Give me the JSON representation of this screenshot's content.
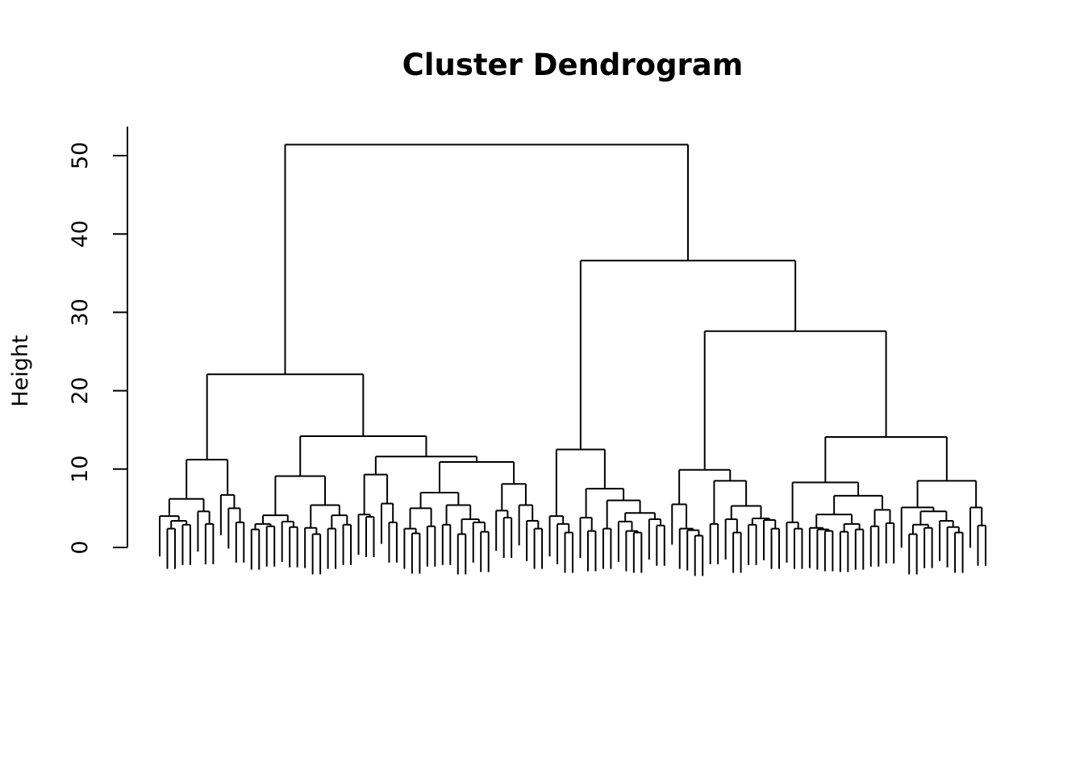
{
  "chart_data": {
    "type": "dendrogram",
    "title": "Cluster Dendrogram",
    "xlabel": "",
    "ylabel": "Height",
    "ylim": [
      0,
      50
    ],
    "yticks": [
      "0",
      "10",
      "20",
      "30",
      "40",
      "50"
    ],
    "hang": 5.14,
    "grid": false,
    "colors": {
      "line": "#000000",
      "background": "#ffffff"
    },
    "tree": [
      51.4,
      [
        22.1,
        [
          11.2,
          [
            6.2,
            [
              4.0,
              0,
              [
                3.4,
                [
                  2.4,
                  0,
                  0
                ],
                [
                  2.9,
                  0,
                  0
                ]
              ]
            ],
            [
              4.6,
              0,
              [
                3.0,
                0,
                0
              ]
            ]
          ],
          [
            6.7,
            0,
            [
              5.0,
              0,
              [
                3.2,
                0,
                0
              ]
            ]
          ]
        ],
        [
          14.2,
          [
            9.1,
            [
              4.1,
              [
                3.0,
                [
                  2.3,
                  0,
                  0
                ],
                [
                  2.7,
                  0,
                  0
                ]
              ],
              [
                3.3,
                0,
                [
                  2.6,
                  0,
                  0
                ]
              ]
            ],
            [
              5.4,
              [
                2.5,
                0,
                [
                  1.7,
                  0,
                  0
                ]
              ],
              [
                4.1,
                [
                  2.4,
                  0,
                  0
                ],
                [
                  2.9,
                  0,
                  0
                ]
              ]
            ]
          ],
          [
            11.6,
            [
              9.3,
              [
                4.2,
                0,
                [
                  3.9,
                  0,
                  0
                ]
              ],
              [
                5.6,
                0,
                [
                  3.2,
                  0,
                  0
                ]
              ]
            ],
            [
              10.9,
              [
                7.0,
                [
                  5.0,
                  [
                    2.4,
                    0,
                    [
                      1.8,
                      0,
                      0
                    ]
                  ],
                  [
                    2.7,
                    0,
                    0
                  ]
                ],
                [
                  5.4,
                  [
                    2.9,
                    0,
                    0
                  ],
                  [
                    3.6,
                    [
                      1.7,
                      0,
                      0
                    ],
                    [
                      3.2,
                      0,
                      [
                        2.0,
                        0,
                        0
                      ]
                    ]
                  ]
                ]
              ],
              [
                8.1,
                [
                  4.7,
                  0,
                  [
                    3.8,
                    0,
                    0
                  ]
                ],
                [
                  5.4,
                  0,
                  [
                    3.4,
                    0,
                    [
                      2.4,
                      0,
                      0
                    ]
                  ]
                ]
              ]
            ]
          ]
        ]
      ],
      [
        36.6,
        [
          12.5,
          [
            4.0,
            0,
            [
              3.0,
              0,
              [
                1.9,
                0,
                0
              ]
            ]
          ],
          [
            7.5,
            [
              3.8,
              0,
              [
                2.1,
                0,
                0
              ]
            ],
            [
              6.0,
              [
                2.4,
                0,
                0
              ],
              [
                4.4,
                [
                  3.3,
                  0,
                  [
                    2.1,
                    0,
                    [
                      1.9,
                      0,
                      0
                    ]
                  ]
                ],
                [
                  3.6,
                  0,
                  [
                    2.8,
                    0,
                    0
                  ]
                ]
              ]
            ]
          ]
        ],
        [
          27.6,
          [
            9.9,
            [
              5.5,
              0,
              [
                2.4,
                0,
                [
                  2.2,
                  0,
                  [
                    1.5,
                    0,
                    0
                  ]
                ]
              ]
            ],
            [
              8.5,
              [
                3.0,
                0,
                0
              ],
              [
                5.3,
                [
                  3.6,
                  0,
                  [
                    1.9,
                    0,
                    0
                  ]
                ],
                [
                  3.7,
                  [
                    2.9,
                    0,
                    0
                  ],
                  [
                    3.5,
                    0,
                    [
                      2.4,
                      0,
                      0
                    ]
                  ]
                ]
              ]
            ]
          ],
          [
            14.1,
            [
              8.3,
              [
                3.2,
                0,
                [
                  2.4,
                  0,
                  0
                ]
              ],
              [
                6.6,
                [
                  4.2,
                  [
                    2.5,
                    0,
                    [
                      2.3,
                      0,
                      [
                        2.1,
                        0,
                        0
                      ]
                    ]
                  ],
                  [
                    3.0,
                    [
                      2.0,
                      0,
                      0
                    ],
                    [
                      2.3,
                      0,
                      0
                    ]
                  ]
                ],
                [
                  4.8,
                  [
                    2.7,
                    0,
                    0
                  ],
                  [
                    3.1,
                    0,
                    0
                  ]
                ]
              ]
            ],
            [
              8.5,
              [
                5.1,
                0,
                [
                  4.6,
                  [
                    2.9,
                    [
                      1.7,
                      0,
                      0
                    ],
                    [
                      2.5,
                      0,
                      0
                    ]
                  ],
                  [
                    3.4,
                    0,
                    [
                      2.6,
                      0,
                      [
                        1.9,
                        0,
                        0
                      ]
                    ]
                  ]
                ]
              ],
              [
                5.1,
                0,
                [
                  2.8,
                  0,
                  0
                ]
              ]
            ]
          ]
        ]
      ]
    ]
  }
}
